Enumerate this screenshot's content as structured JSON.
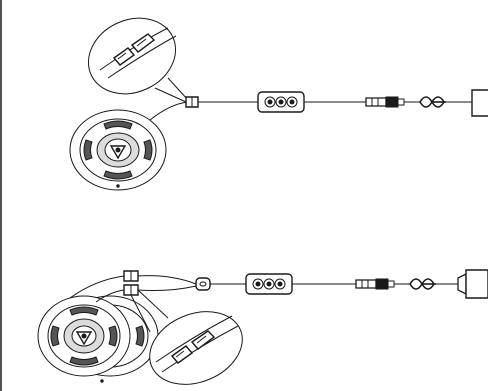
{
  "diagram": {
    "title": "",
    "stroke_color": "#1a1a1a",
    "fill_color": "#ffffff",
    "shade_color": "#dcdcdc",
    "panel_top": {
      "components": [
        "led-strip-reel",
        "connector-clip",
        "connector-zoom",
        "inline-controller",
        "barrel-connector",
        "cable-knot",
        "power-adapter"
      ]
    },
    "panel_bottom": {
      "components": [
        "led-strip-reel",
        "led-strip-reel",
        "y-splitter",
        "connector-clip",
        "connector-zoom",
        "inline-controller",
        "barrel-connector",
        "cable-knot",
        "power-adapter"
      ]
    }
  }
}
